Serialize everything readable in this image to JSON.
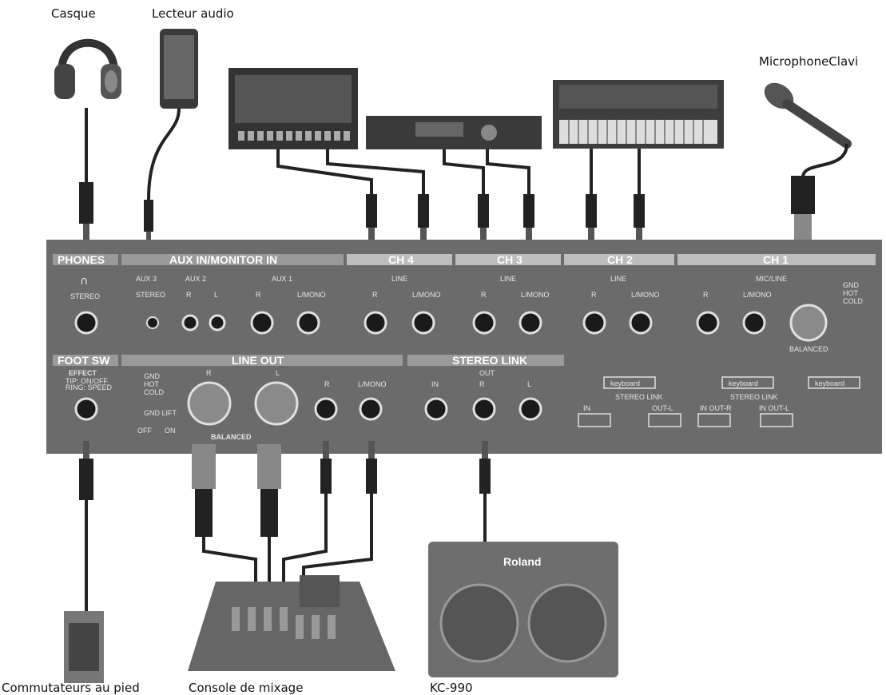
{
  "devices": {
    "casque": "Casque",
    "lecteur_audio": "Lecteur audio",
    "microphone": "MicrophoneClavi",
    "commutateurs": "Commutateurs au pied",
    "console": "Console de mixage",
    "kc990": "KC-990"
  },
  "panel": {
    "phones": {
      "title": "PHONES",
      "label": "STEREO"
    },
    "aux": {
      "title": "AUX IN/MONITOR IN",
      "aux3": "AUX 3",
      "aux2": "AUX 2",
      "aux1": "AUX 1",
      "stereo": "STEREO",
      "r": "R",
      "l": "L",
      "r2": "R",
      "lmono": "L/MONO"
    },
    "ch4": {
      "title": "CH 4",
      "line": "LINE",
      "r": "R",
      "lmono": "L/MONO"
    },
    "ch3": {
      "title": "CH 3",
      "line": "LINE",
      "r": "R",
      "lmono": "L/MONO"
    },
    "ch2": {
      "title": "CH 2",
      "line": "LINE",
      "r": "R",
      "lmono": "L/MONO"
    },
    "ch1": {
      "title": "CH 1",
      "micline": "MIC/LINE",
      "r": "R",
      "lmono": "L/MONO",
      "balanced": "BALANCED",
      "gnd": "GND",
      "hot": "HOT",
      "cold": "COLD"
    },
    "footsw": {
      "title": "FOOT SW",
      "effect": "EFFECT",
      "sub1": "TIP: ON/OFF",
      "sub2": "RING: SPEED"
    },
    "lineout": {
      "title": "LINE OUT",
      "gnd": "GND",
      "hot": "HOT",
      "cold": "COLD",
      "r": "R",
      "l": "L",
      "gndlift": "GND LIFT",
      "off": "OFF",
      "on": "ON",
      "balanced": "BALANCED",
      "r2": "R",
      "lmono": "L/MONO"
    },
    "stereolink": {
      "title": "STEREO LINK",
      "out": "OUT",
      "in": "IN",
      "r": "R",
      "l": "L"
    },
    "keyboard": {
      "kb1": "keyboard",
      "kb2": "keyboard",
      "kb3": "keyboard",
      "stereo_link1": "STEREO LINK",
      "stereo_link2": "STEREO LINK",
      "in1": "IN",
      "outl1": "OUT-L",
      "inoutr": "IN OUT-R",
      "inoutl": "IN OUT-L"
    }
  },
  "speaker_brand": "Roland"
}
